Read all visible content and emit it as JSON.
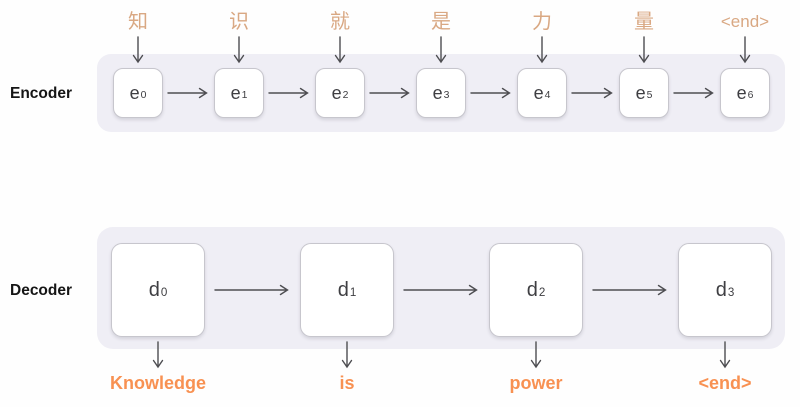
{
  "encoder": {
    "label": "Encoder",
    "inputs": [
      "知",
      "识",
      "就",
      "是",
      "力",
      "量",
      "<end>"
    ],
    "cells": [
      {
        "base": "e",
        "sub": "0"
      },
      {
        "base": "e",
        "sub": "1"
      },
      {
        "base": "e",
        "sub": "2"
      },
      {
        "base": "e",
        "sub": "3"
      },
      {
        "base": "e",
        "sub": "4"
      },
      {
        "base": "e",
        "sub": "5"
      },
      {
        "base": "e",
        "sub": "6"
      }
    ]
  },
  "decoder": {
    "label": "Decoder",
    "cells": [
      {
        "base": "d",
        "sub": "0"
      },
      {
        "base": "d",
        "sub": "1"
      },
      {
        "base": "d",
        "sub": "2"
      },
      {
        "base": "d",
        "sub": "3"
      }
    ],
    "outputs": [
      "Knowledge",
      "is",
      "power",
      "<end>"
    ]
  },
  "colors": {
    "input_token": "#D9A883",
    "output_token": "#F89152",
    "panel": "#EFEEF5",
    "arrow": "#4E4E52"
  }
}
